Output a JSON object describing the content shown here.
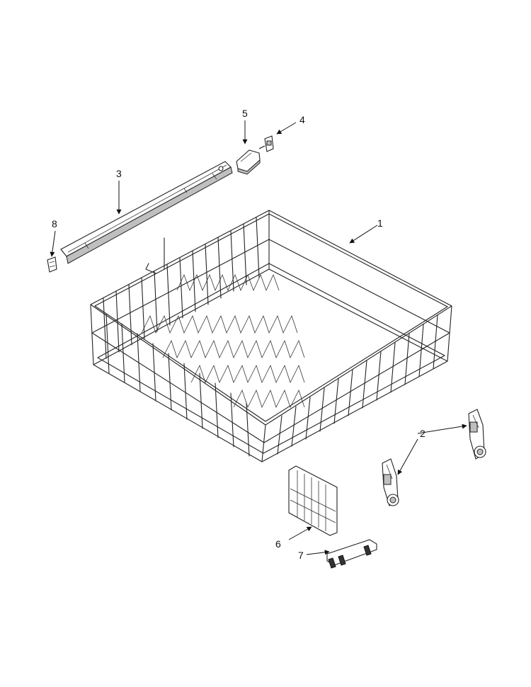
{
  "callouts": {
    "c1": "1",
    "c2": "2",
    "c3": "3",
    "c4": "4",
    "c5": "5",
    "c6": "6",
    "c7": "7",
    "c8": "8"
  },
  "colors": {
    "line": "#222222",
    "background": "#ffffff"
  }
}
